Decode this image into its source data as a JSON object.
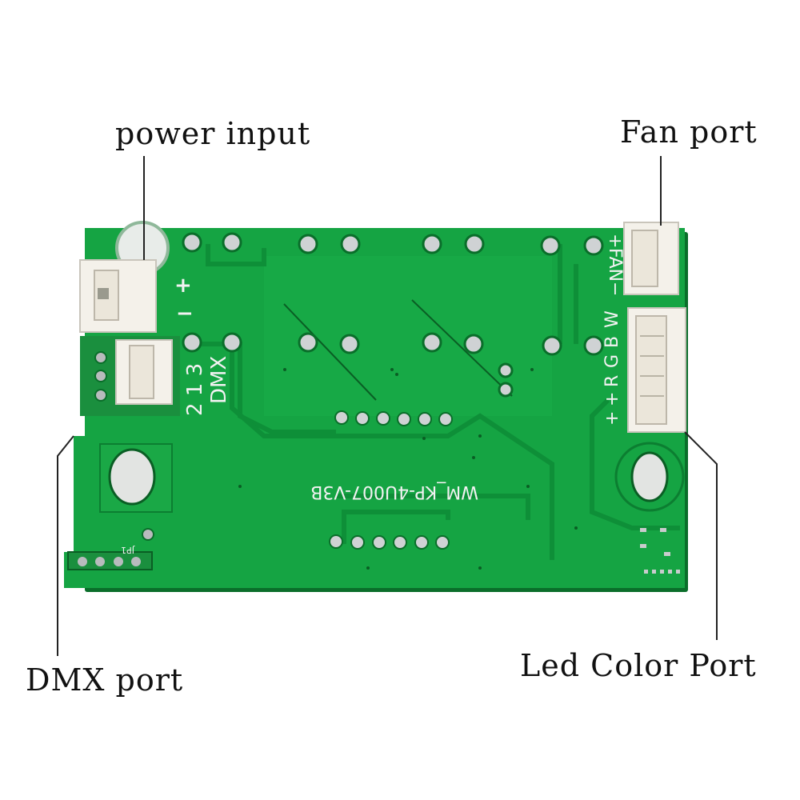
{
  "callouts": {
    "power_input": "power input",
    "fan_port": "Fan port",
    "dmx_port": "DMX port",
    "led_color_port": "Led Color Port"
  },
  "silkscreen": {
    "plus": "+",
    "minus": "−",
    "fan": "FAN",
    "dmx": "DMX",
    "dmx_pins": "2  1  3",
    "w": "W",
    "b": "B",
    "g": "G",
    "r": "R",
    "part_number": "WM_KP-4U007-V3B",
    "jp1": "JP1"
  },
  "colors": {
    "pcb": "#15a443",
    "pcb_dark": "#0c8a33",
    "trace": "#0f9a3c",
    "pad": "#cfd2d4",
    "connector": "#f4f1ea",
    "silk": "#f2f2f2"
  }
}
